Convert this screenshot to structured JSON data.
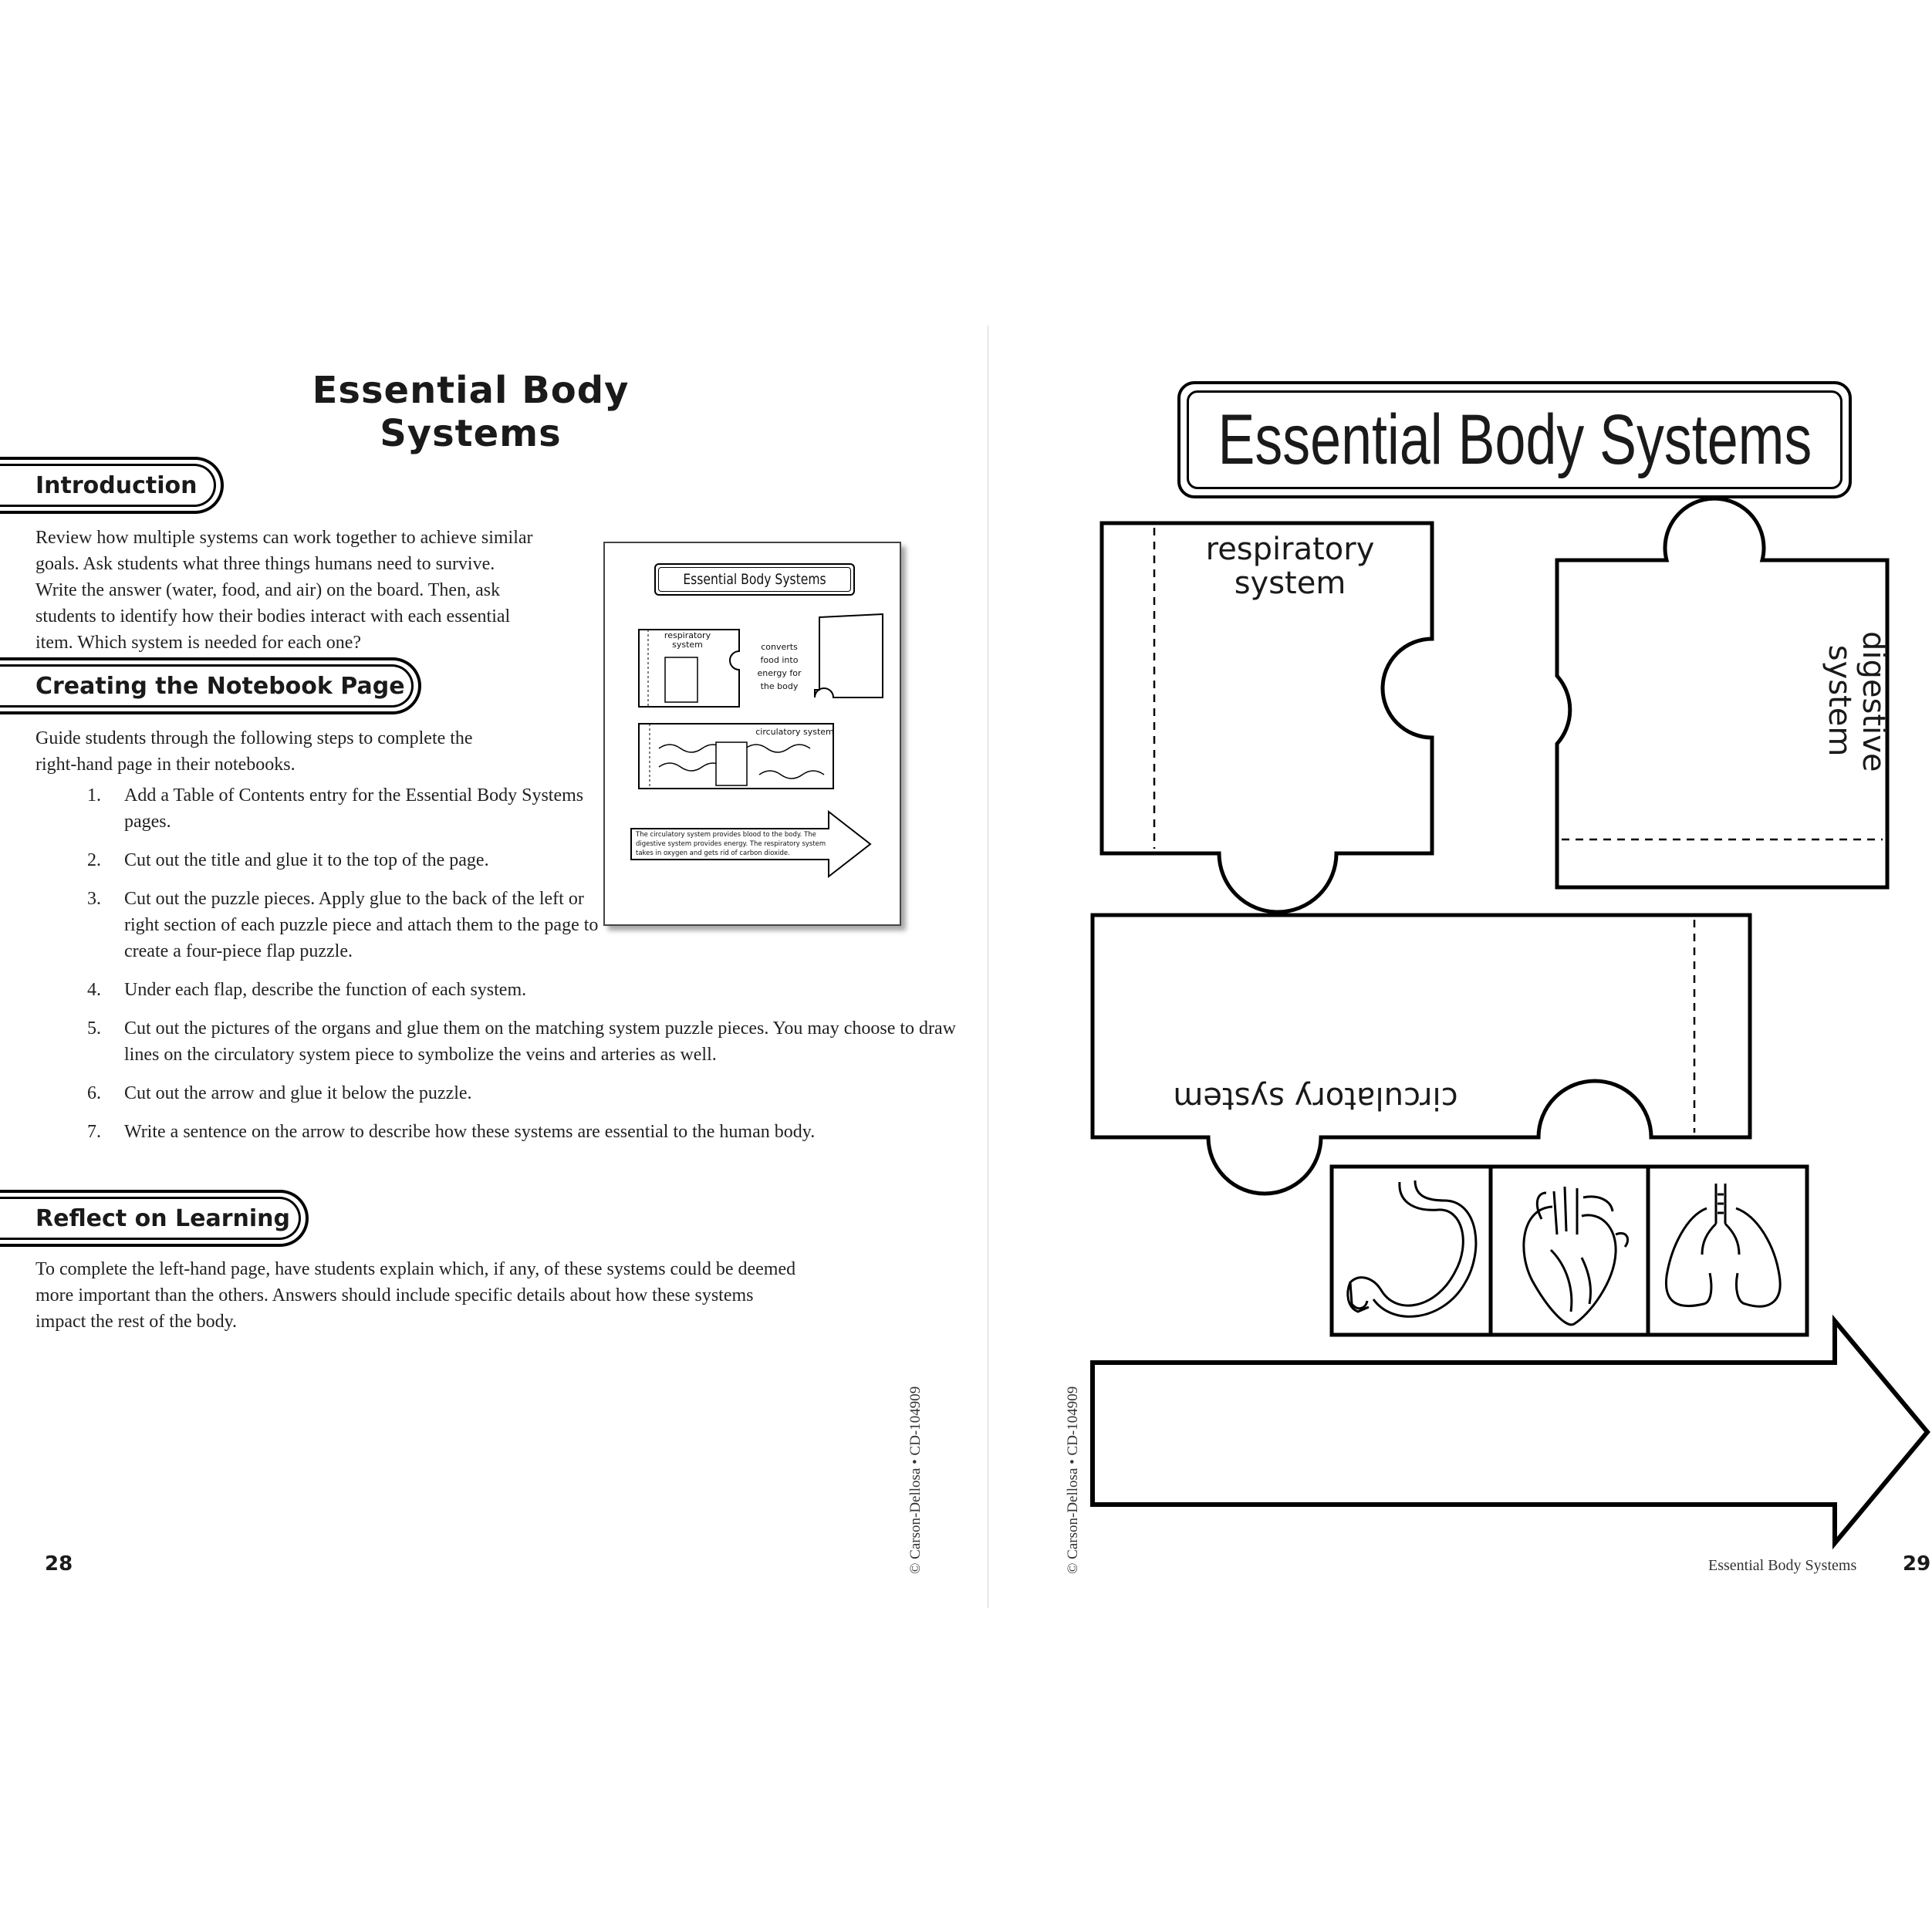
{
  "left_page": {
    "title": "Essential Body Systems",
    "sections": {
      "introduction": {
        "heading": "Introduction",
        "text": "Review how multiple systems can work together to achieve similar goals. Ask students what three things humans need to survive. Write the answer (water, food, and air) on the board. Then, ask students to identify how their bodies interact with each essential item. Which system is needed for each one?",
        "lines": [
          "Review how multiple systems can work together to achieve similar",
          "goals. Ask students what three things humans need to survive.",
          "Write the answer (water, food, and air) on the board. Then, ask",
          "students to identify how their bodies interact with each essential",
          "item. Which system is needed for each one?"
        ]
      },
      "creating": {
        "heading": "Creating the Notebook Page",
        "lines": [
          "Guide students through the following steps to complete the",
          "right-hand page in their notebooks."
        ],
        "steps": [
          {
            "num": "1.",
            "text": "Add a Table of Contents entry for the Essential Body Systems pages."
          },
          {
            "num": "2.",
            "text": "Cut out the title and glue it to the top of the page."
          },
          {
            "num": "3.",
            "text": "Cut out the puzzle pieces. Apply glue to the back of the left or right section of each puzzle piece and attach them to the page to create a four-piece flap puzzle."
          },
          {
            "num": "4.",
            "text": "Under each flap, describe the function of each system."
          },
          {
            "num": "5.",
            "text": "Cut out the pictures of the organs and glue them on the matching system puzzle pieces. You may choose to draw lines on the circulatory system piece to symbolize the veins and arteries as well."
          },
          {
            "num": "6.",
            "text": "Cut out the arrow and glue it below the puzzle."
          },
          {
            "num": "7.",
            "text": "Write a sentence on the arrow to describe how these systems are essential to the human body."
          }
        ]
      },
      "reflect": {
        "heading": "Reflect on Learning",
        "lines": [
          "To complete the left-hand page, have students explain which, if any, of these systems could be deemed",
          "more important than the others. Answers should include specific details about how these systems",
          "impact the rest of the body."
        ]
      }
    },
    "thumbnail": {
      "title": "Essential Body Systems",
      "respiratory": "respiratory system",
      "note": "converts food into energy for the body",
      "circulatory": "circulatory system",
      "arrow_text": "The circulatory system provides blood to the body. The digestive system provides energy. The respiratory system takes in oxygen and gets rid of carbon dioxide."
    },
    "copyright": "© Carson-Dellosa • CD-104909",
    "page_number": "28"
  },
  "right_page": {
    "title": "Essential Body Systems",
    "pieces": {
      "respiratory": "respiratory system",
      "digestive": "digestive system",
      "circulatory": "circulatory system"
    },
    "organs": [
      "stomach-icon",
      "heart-icon",
      "lungs-icon"
    ],
    "copyright": "© Carson-Dellosa • CD-104909",
    "footer_title": "Essential Body Systems",
    "page_number": "29"
  }
}
